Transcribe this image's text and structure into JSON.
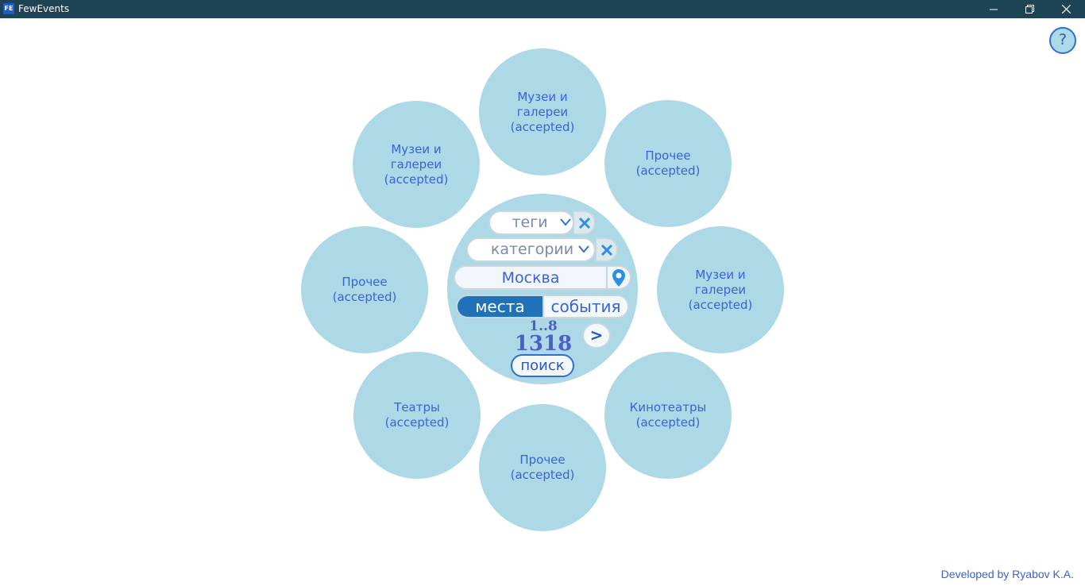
{
  "window": {
    "app_icon_text": "FE",
    "title": "FewEvents",
    "controls": [
      "minimize-icon",
      "restore-icon",
      "close-icon"
    ]
  },
  "help": {
    "label": "?"
  },
  "categories": [
    {
      "label": "Музеи и\nгалереи\n(accepted)"
    },
    {
      "label": "Прочее\n(accepted)"
    },
    {
      "label": "Музеи и\nгалереи\n(accepted)"
    },
    {
      "label": "Кинотеатры\n(accepted)"
    },
    {
      "label": "Прочее\n(accepted)"
    },
    {
      "label": "Театры\n(accepted)"
    },
    {
      "label": "Прочее\n(accepted)"
    },
    {
      "label": "Музеи и\nгалереи\n(accepted)"
    }
  ],
  "search": {
    "tags_placeholder": "теги",
    "categories_placeholder": "категории",
    "city": "Москва",
    "mode_places": "места",
    "mode_events": "события",
    "range": "1..8",
    "total": "1318",
    "next_label": ">",
    "search_label": "поиск"
  },
  "colors": {
    "circle": "#add8e6",
    "accent": "#1f72b8",
    "text": "#3b62d6",
    "titlebar": "#1d4455"
  },
  "footer": {
    "credit": "Developed by Ryabov K.A."
  }
}
